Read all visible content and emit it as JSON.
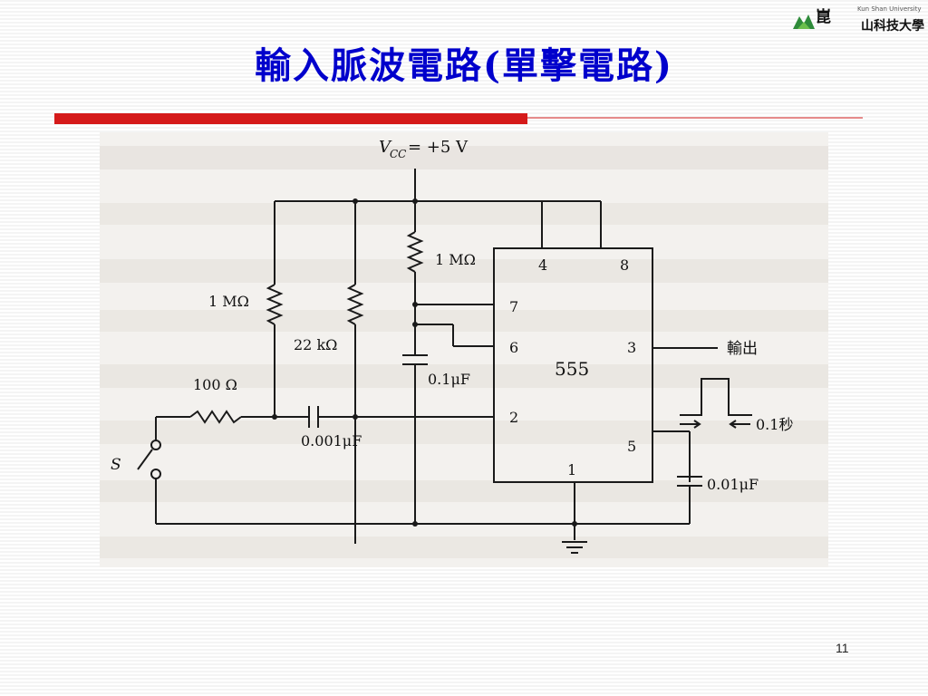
{
  "logo": {
    "english": "Kun Shan University",
    "chinese_top": "崑",
    "chinese_bottom": "山科技大學"
  },
  "slide": {
    "title": "輸入脈波電路(單擊電路)",
    "page_number": "11"
  },
  "accent_colors": {
    "title": "#0000cc",
    "bar": "#d51a1a"
  },
  "circuit": {
    "vcc": "V",
    "vcc_sub": "CC",
    "vcc_value": "= +5 V",
    "r_1m_left": "1 MΩ",
    "r_22k": "22 kΩ",
    "r_100": "100 Ω",
    "c_0001": "0.001μF",
    "r_1m_top": "1 MΩ",
    "c_01": "0.1μF",
    "c_001": "0.01μF",
    "switch": "S",
    "ic": "555",
    "pin4": "4",
    "pin8": "8",
    "pin7": "7",
    "pin6": "6",
    "pin3": "3",
    "pin2": "2",
    "pin5": "5",
    "pin1": "1",
    "output": "輸出",
    "pulse_width": "0.1秒"
  }
}
